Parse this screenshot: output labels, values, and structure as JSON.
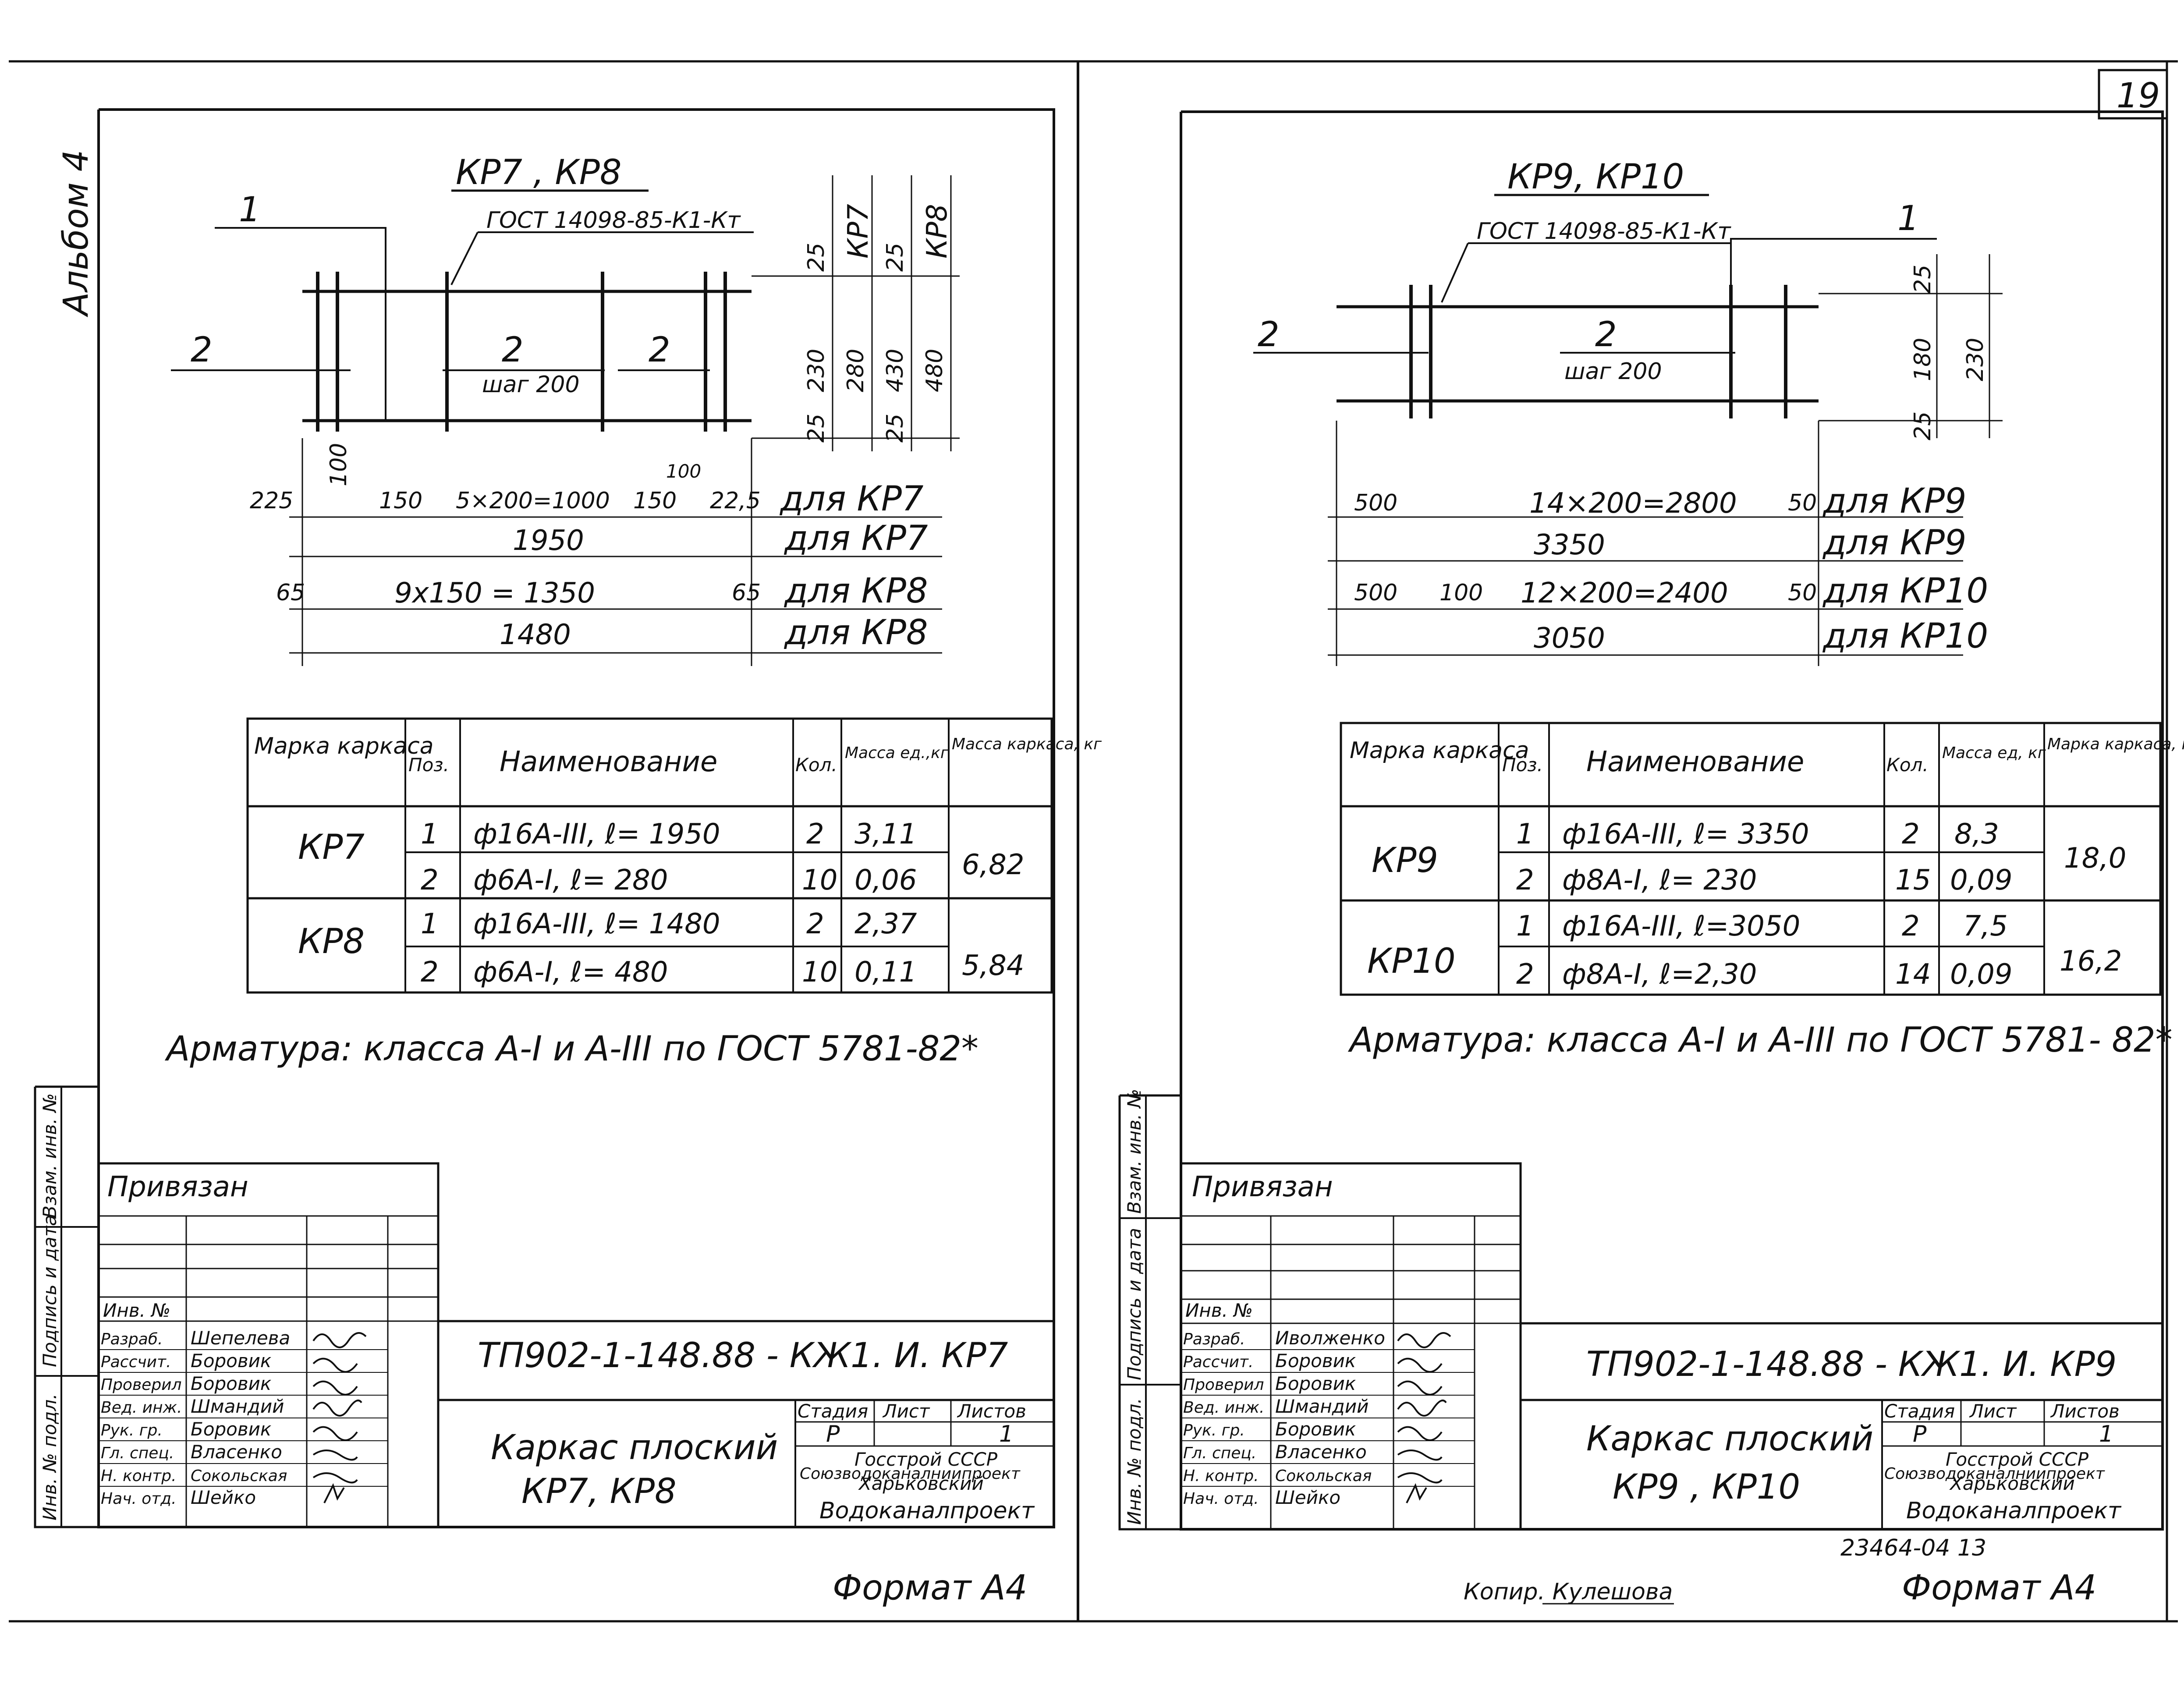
{
  "sheet_number": "19",
  "album_label": "Альбом 4",
  "stamp_text": "23464-04 13",
  "copied_by": "Копир. Кулешова",
  "left_sheet": {
    "drawing_title": "КР7 , КР8",
    "gost_label": "ГОСТ 14098-85-К1-Кт",
    "pos_label_1": "1",
    "pos_label_2a": "2",
    "pos_label_2b": "2",
    "pos_label_2c": "2",
    "step_label": "шаг 200",
    "vert_dims": [
      "25",
      "230",
      "25",
      "280",
      "25",
      "430",
      "25",
      "480"
    ],
    "vert_marks": [
      "КР7",
      "КР8"
    ],
    "bottom_small": [
      "100",
      "100"
    ],
    "dim_row1": [
      "225",
      "150",
      "5×200=1000",
      "150",
      "22,5",
      "для КР7"
    ],
    "dim_row2": [
      "1950",
      "для КР7"
    ],
    "dim_row3": [
      "65",
      "9х150 = 1350",
      "65",
      "для КР8"
    ],
    "dim_row4": [
      "1480",
      "для КР8"
    ],
    "table_headers": [
      "Марка каркаса",
      "Поз.",
      "Наименование",
      "Кол.",
      "Масса ед.,кг",
      "Масса каркаса, кг"
    ],
    "table_rows": [
      {
        "mark": "КР7",
        "pos": "1",
        "name": "ф16А-III, ℓ= 1950",
        "qty": "2",
        "unit_mass": "3,11",
        "total": "6,82"
      },
      {
        "mark": "",
        "pos": "2",
        "name": "ф6А-I, ℓ= 280",
        "qty": "10",
        "unit_mass": "0,06",
        "total": ""
      },
      {
        "mark": "КР8",
        "pos": "1",
        "name": "ф16А-III, ℓ= 1480",
        "qty": "2",
        "unit_mass": "2,37",
        "total": "5,84"
      },
      {
        "mark": "",
        "pos": "2",
        "name": "ф6А-I, ℓ= 480",
        "qty": "10",
        "unit_mass": "0,11",
        "total": ""
      }
    ],
    "rebar_note": "Арматура: класса А-I и А-III по ГОСТ 5781-82*",
    "privyazan": "Привязан",
    "inv_no": "Инв. №",
    "roles": [
      "Разраб.",
      "Рассчит.",
      "Проверил",
      "Вед. инж.",
      "Рук. гр.",
      "Гл. спец.",
      "Н. контр.",
      "Нач. отд."
    ],
    "names": [
      "Шепелева",
      "Боровик",
      "Боровик",
      "Шмандий",
      "Боровик",
      "Власенко",
      "Сокольская",
      "Шейко"
    ],
    "doc_code": "ТП902-1-148.88 - КЖ1. И. КР7",
    "item_title_1": "Каркас плоский",
    "item_title_2": "КР7, КР8",
    "stage_headers": [
      "Стадия",
      "Лист",
      "Листов"
    ],
    "stage_values": [
      "Р",
      "",
      "1"
    ],
    "org_1": "Госстрой СССР",
    "org_2": "Союзводоканалниипроект",
    "org_3": "Харьковский",
    "org_4": "Водоканалпроект",
    "format": "Формат А4",
    "side_labels": [
      "Взам. инв. №",
      "Подпись и дата",
      "Инв. № подл."
    ]
  },
  "right_sheet": {
    "drawing_title": "КР9, КР10",
    "gost_label": "ГОСТ 14098-85-К1-Кт",
    "pos_label_1": "1",
    "pos_label_2a": "2",
    "pos_label_2b": "2",
    "step_label": "шаг 200",
    "vert_dims": [
      "25",
      "180",
      "230",
      "25"
    ],
    "dim_row1": [
      "500",
      "14×200=2800",
      "50",
      "для КР9"
    ],
    "dim_row2": [
      "3350",
      "для КР9"
    ],
    "dim_row3": [
      "500",
      "100",
      "12×200=2400",
      "50",
      "для КР10"
    ],
    "dim_row4": [
      "3050",
      "для КР10"
    ],
    "table_headers": [
      "Марка каркаса",
      "Поз.",
      "Наименование",
      "Кол.",
      "Масса ед, кг",
      "Марка каркаса, кг"
    ],
    "table_rows": [
      {
        "mark": "КР9",
        "pos": "1",
        "name": "ф16А-III, ℓ= 3350",
        "qty": "2",
        "unit_mass": "8,3",
        "total": "18,0"
      },
      {
        "mark": "",
        "pos": "2",
        "name": "ф8А-I, ℓ= 230",
        "qty": "15",
        "unit_mass": "0,09",
        "total": ""
      },
      {
        "mark": "КР10",
        "pos": "1",
        "name": "ф16А-III, ℓ=3050",
        "qty": "2",
        "unit_mass": "7,5",
        "total": "16,2"
      },
      {
        "mark": "",
        "pos": "2",
        "name": "ф8А-I, ℓ=2,30",
        "qty": "14",
        "unit_mass": "0,09",
        "total": ""
      }
    ],
    "rebar_note": "Арматура: класса А-I и А-III по ГОСТ 5781- 82*",
    "privyazan": "Привязан",
    "inv_no": "Инв. №",
    "roles": [
      "Разраб.",
      "Рассчит.",
      "Проверил",
      "Вед. инж.",
      "Рук. гр.",
      "Гл. спец.",
      "Н. контр.",
      "Нач. отд."
    ],
    "names": [
      "Иволженко",
      "Боровик",
      "Боровик",
      "Шмандий",
      "Боровик",
      "Власенко",
      "Сокольская",
      "Шейко"
    ],
    "doc_code": "ТП902-1-148.88 - КЖ1. И. КР9",
    "item_title_1": "Каркас плоский",
    "item_title_2": "КР9 , КР10",
    "stage_headers": [
      "Стадия",
      "Лист",
      "Листов"
    ],
    "stage_values": [
      "Р",
      "",
      "1"
    ],
    "org_1": "Госстрой СССР",
    "org_2": "Союзводоканалниипроект",
    "org_3": "Харьковский",
    "org_4": "Водоканалпроект",
    "format": "Формат А4",
    "side_labels": [
      "Взам. инв. №",
      "Подпись и дата",
      "Инв. № подл."
    ]
  }
}
